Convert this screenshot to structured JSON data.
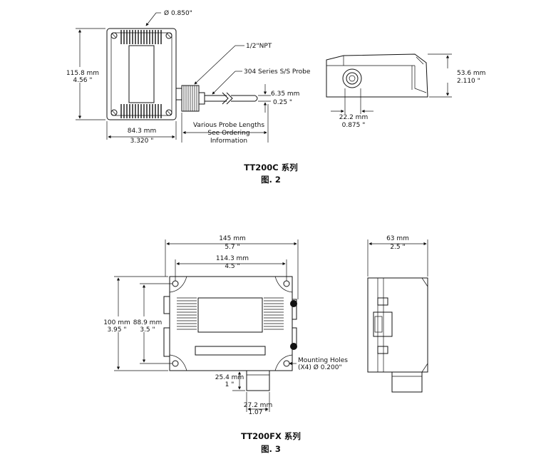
{
  "figure2": {
    "caption_series": "TT200C 系列",
    "caption_fig": "图. 2",
    "diameter": "Ø 0.850\"",
    "npt": "1/2\"NPT",
    "probe": "304 Series S/S Probe",
    "height_mm": "115.8 mm",
    "height_in": "4.56 \"",
    "width_mm": "84.3 mm",
    "width_in": "3.320 \"",
    "probe_dia_mm": "6.35 mm",
    "probe_dia_in": "0.25 \"",
    "probe_len_1": "Various Probe Lengths",
    "probe_len_2": "See Ordering",
    "probe_len_3": "Information",
    "side_h_mm": "53.6 mm",
    "side_h_in": "2.110 \"",
    "port_mm": "22.2 mm",
    "port_in": "0.875 \""
  },
  "figure3": {
    "caption_series": "TT200FX 系列",
    "caption_fig": "图. 3",
    "overall_w_mm": "145 mm",
    "overall_w_in": "5.7 \"",
    "hole_w_mm": "114.3 mm",
    "hole_w_in": "4.5 \"",
    "overall_h_mm": "100 mm",
    "overall_h_in": "3.95 \"",
    "hole_h_mm": "88.9 mm",
    "hole_h_in": "3.5 \"",
    "mount_1": "Mounting Holes",
    "mount_2": "(X4)  Ø 0.200\"",
    "conduit_h_mm": "25.4 mm",
    "conduit_h_in": "1 \"",
    "conduit_w_mm": "27.2 mm",
    "conduit_w_in": "1.07 \"",
    "depth_mm": "63 mm",
    "depth_in": "2.5 \""
  }
}
